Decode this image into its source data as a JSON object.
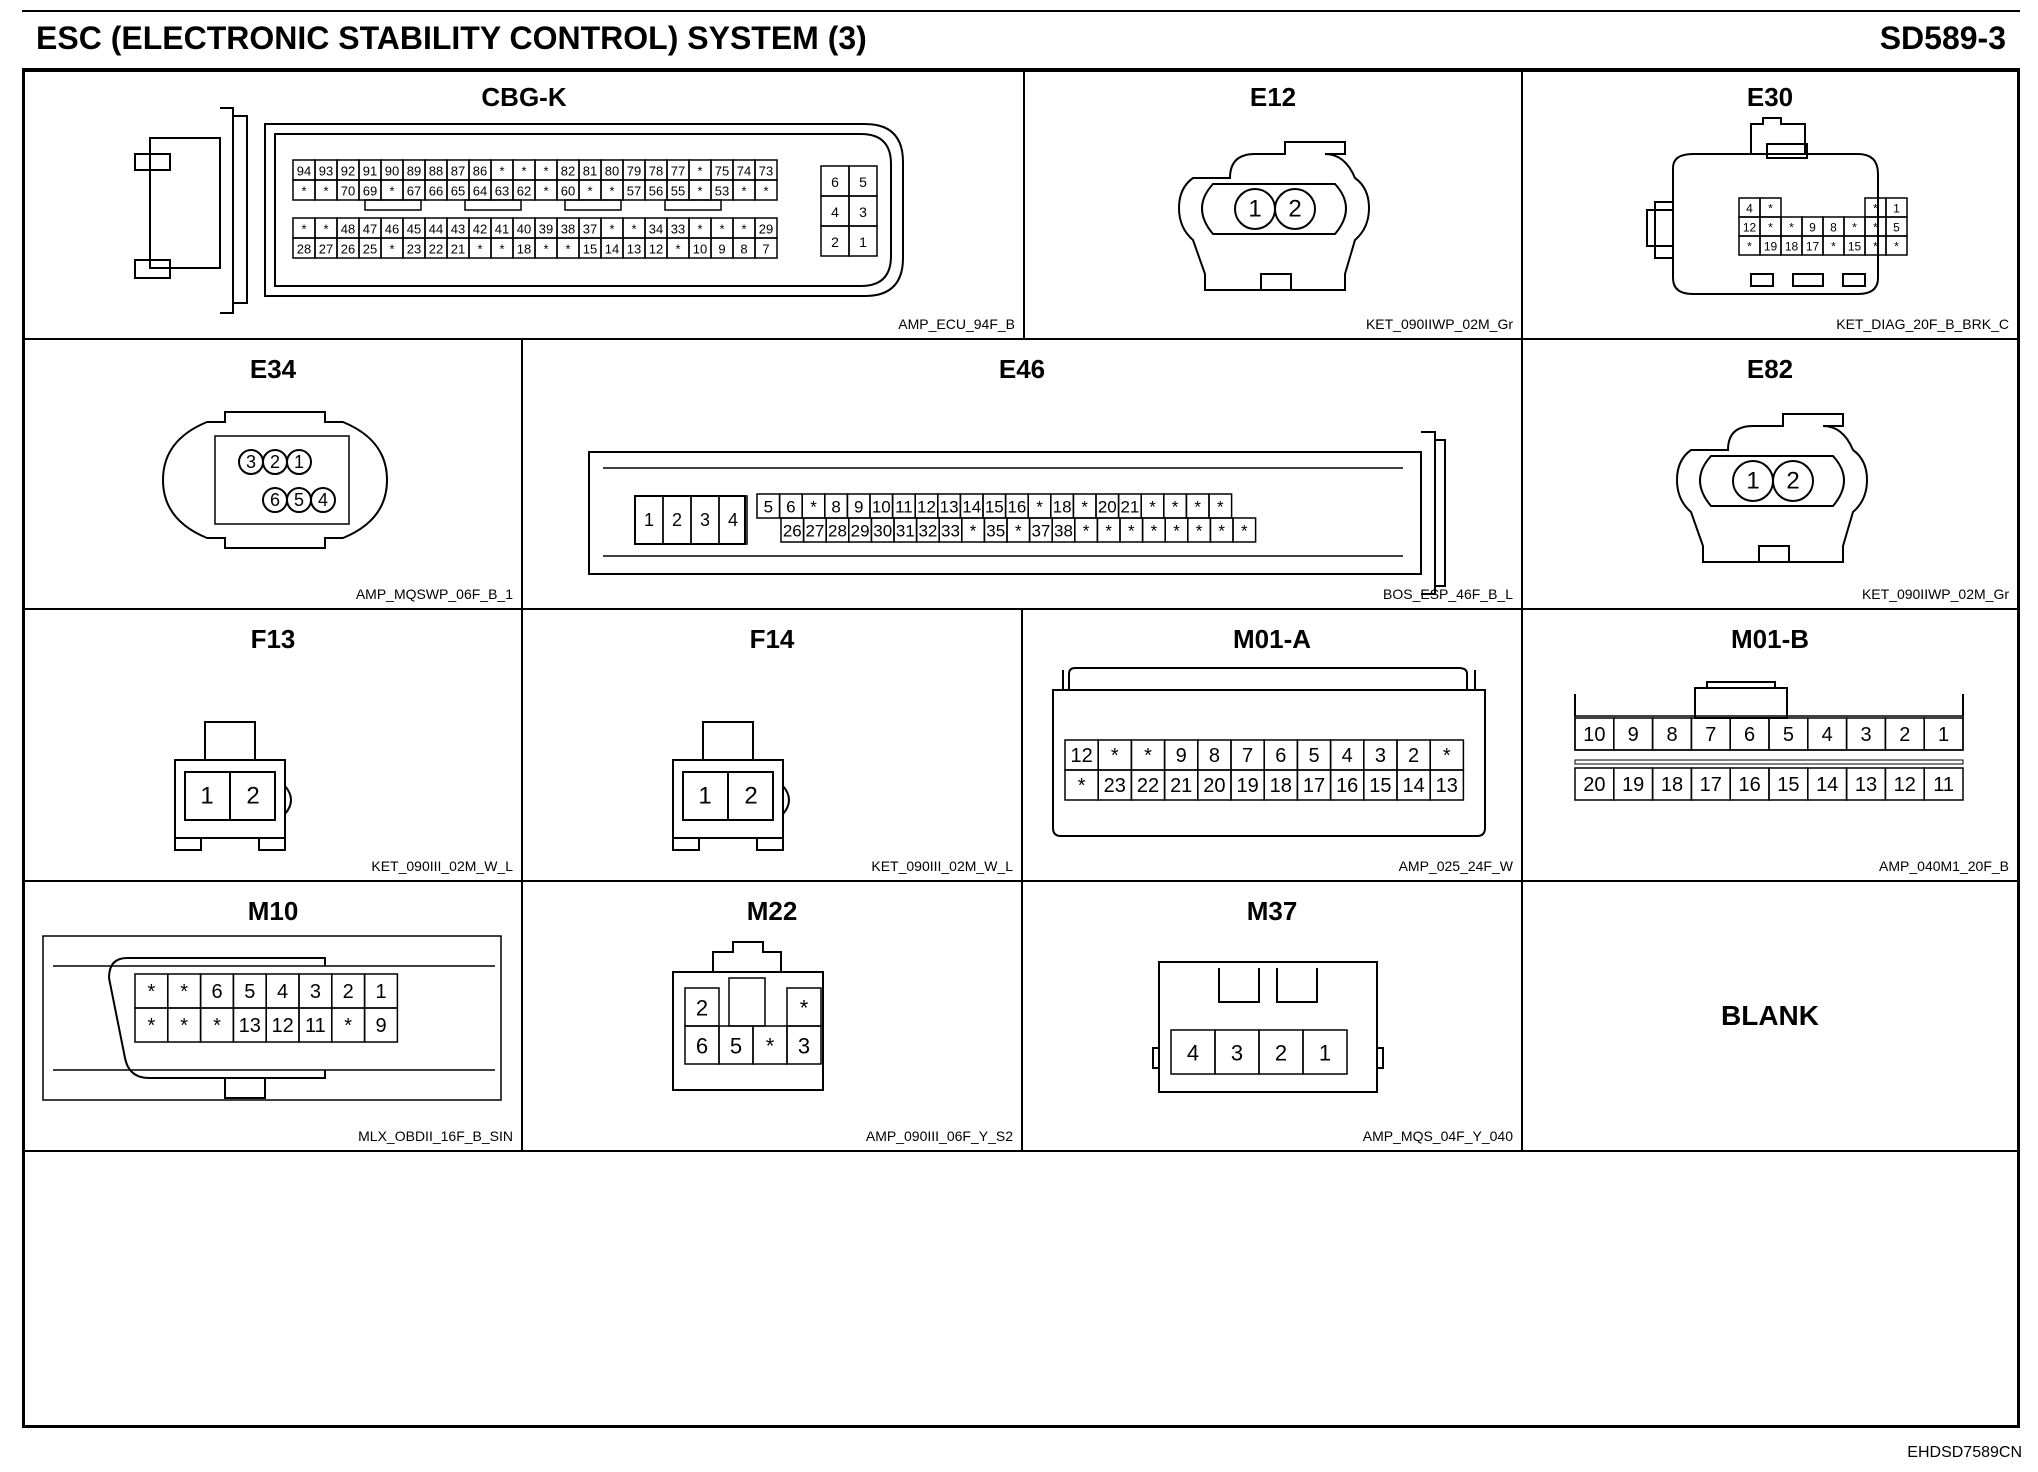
{
  "header": {
    "title": "ESC (ELECTRONIC STABILITY CONTROL) SYSTEM (3)",
    "code": "SD589-3"
  },
  "footer": {
    "code": "EHDSD7589CN"
  },
  "connectors": [
    {
      "id": "cbgk",
      "name": "CBG-K",
      "part": "AMP_ECU_94F_B",
      "rows": [
        [
          "94",
          "93",
          "92",
          "91",
          "90",
          "89",
          "88",
          "87",
          "86",
          "*",
          "*",
          "*",
          "82",
          "81",
          "80",
          "79",
          "78",
          "77",
          "*",
          "75",
          "74",
          "73"
        ],
        [
          "*",
          "*",
          "70",
          "69",
          "*",
          "67",
          "66",
          "65",
          "64",
          "63",
          "62",
          "*",
          "60",
          "*",
          "*",
          "57",
          "56",
          "55",
          "*",
          "53",
          "*",
          "*"
        ],
        [
          "*",
          "*",
          "48",
          "47",
          "46",
          "45",
          "44",
          "43",
          "42",
          "41",
          "40",
          "39",
          "38",
          "37",
          "*",
          "*",
          "34",
          "33",
          "*",
          "*",
          "*",
          "29"
        ],
        [
          "28",
          "27",
          "26",
          "25",
          "*",
          "23",
          "22",
          "21",
          "*",
          "*",
          "18",
          "*",
          "*",
          "15",
          "14",
          "13",
          "12",
          "*",
          "10",
          "9",
          "8",
          "7"
        ]
      ],
      "side": [
        [
          "6",
          "5"
        ],
        [
          "4",
          "3"
        ],
        [
          "2",
          "1"
        ]
      ]
    },
    {
      "id": "e12",
      "name": "E12",
      "part": "KET_090IIWP_02M_Gr",
      "pins": [
        "1",
        "2"
      ]
    },
    {
      "id": "e30",
      "name": "E30",
      "part": "KET_DIAG_20F_B_BRK_C",
      "rows": [
        [
          "4",
          "*",
          "",
          "",
          "",
          "",
          "*",
          "1"
        ],
        [
          "12",
          "*",
          "*",
          "9",
          "8",
          "*",
          "*",
          "5"
        ],
        [
          "*",
          "19",
          "18",
          "17",
          "*",
          "15",
          "*",
          "*"
        ]
      ]
    },
    {
      "id": "e34",
      "name": "E34",
      "part": "AMP_MQSWP_06F_B_1",
      "pins": [
        "3",
        "2",
        "1",
        "6",
        "5",
        "4"
      ]
    },
    {
      "id": "e46",
      "name": "E46",
      "part": "BOS_ESP_46F_B_L",
      "left": [
        "1",
        "2",
        "3",
        "4"
      ],
      "row1": [
        "5",
        "6",
        "*",
        "8",
        "9",
        "10",
        "11",
        "12",
        "13",
        "14",
        "15",
        "16",
        "*",
        "18",
        "*",
        "20",
        "21",
        "*",
        "*",
        "*",
        "*"
      ],
      "row2": [
        "26",
        "27",
        "28",
        "29",
        "30",
        "31",
        "32",
        "33",
        "*",
        "35",
        "*",
        "37",
        "38",
        "*",
        "*",
        "*",
        "*",
        "*",
        "*",
        "*",
        "*"
      ]
    },
    {
      "id": "e82",
      "name": "E82",
      "part": "KET_090IIWP_02M_Gr",
      "pins": [
        "1",
        "2"
      ]
    },
    {
      "id": "f13",
      "name": "F13",
      "part": "KET_090III_02M_W_L",
      "pins": [
        "1",
        "2"
      ]
    },
    {
      "id": "f14",
      "name": "F14",
      "part": "KET_090III_02M_W_L",
      "pins": [
        "1",
        "2"
      ]
    },
    {
      "id": "m01a",
      "name": "M01-A",
      "part": "AMP_025_24F_W",
      "rows": [
        [
          "12",
          "*",
          "*",
          "9",
          "8",
          "7",
          "6",
          "5",
          "4",
          "3",
          "2",
          "*"
        ],
        [
          "*",
          "23",
          "22",
          "21",
          "20",
          "19",
          "18",
          "17",
          "16",
          "15",
          "14",
          "13"
        ]
      ]
    },
    {
      "id": "m01b",
      "name": "M01-B",
      "part": "AMP_040M1_20F_B",
      "rows": [
        [
          "10",
          "9",
          "8",
          "7",
          "6",
          "5",
          "4",
          "3",
          "2",
          "1"
        ],
        [
          "20",
          "19",
          "18",
          "17",
          "16",
          "15",
          "14",
          "13",
          "12",
          "11"
        ]
      ]
    },
    {
      "id": "m10",
      "name": "M10",
      "part": "MLX_OBDII_16F_B_SIN",
      "rows": [
        [
          "*",
          "*",
          "6",
          "5",
          "4",
          "3",
          "2",
          "1"
        ],
        [
          "*",
          "*",
          "*",
          "13",
          "12",
          "11",
          "*",
          "9"
        ]
      ]
    },
    {
      "id": "m22",
      "name": "M22",
      "part": "AMP_090III_06F_Y_S2",
      "rows": [
        [
          "2",
          "",
          "",
          "*"
        ],
        [
          "6",
          "5",
          "*",
          "3"
        ]
      ]
    },
    {
      "id": "m37",
      "name": "M37",
      "part": "AMP_MQS_04F_Y_040",
      "pins": [
        "4",
        "3",
        "2",
        "1"
      ]
    },
    {
      "id": "blank",
      "name": "",
      "part": "",
      "label": "BLANK"
    }
  ]
}
